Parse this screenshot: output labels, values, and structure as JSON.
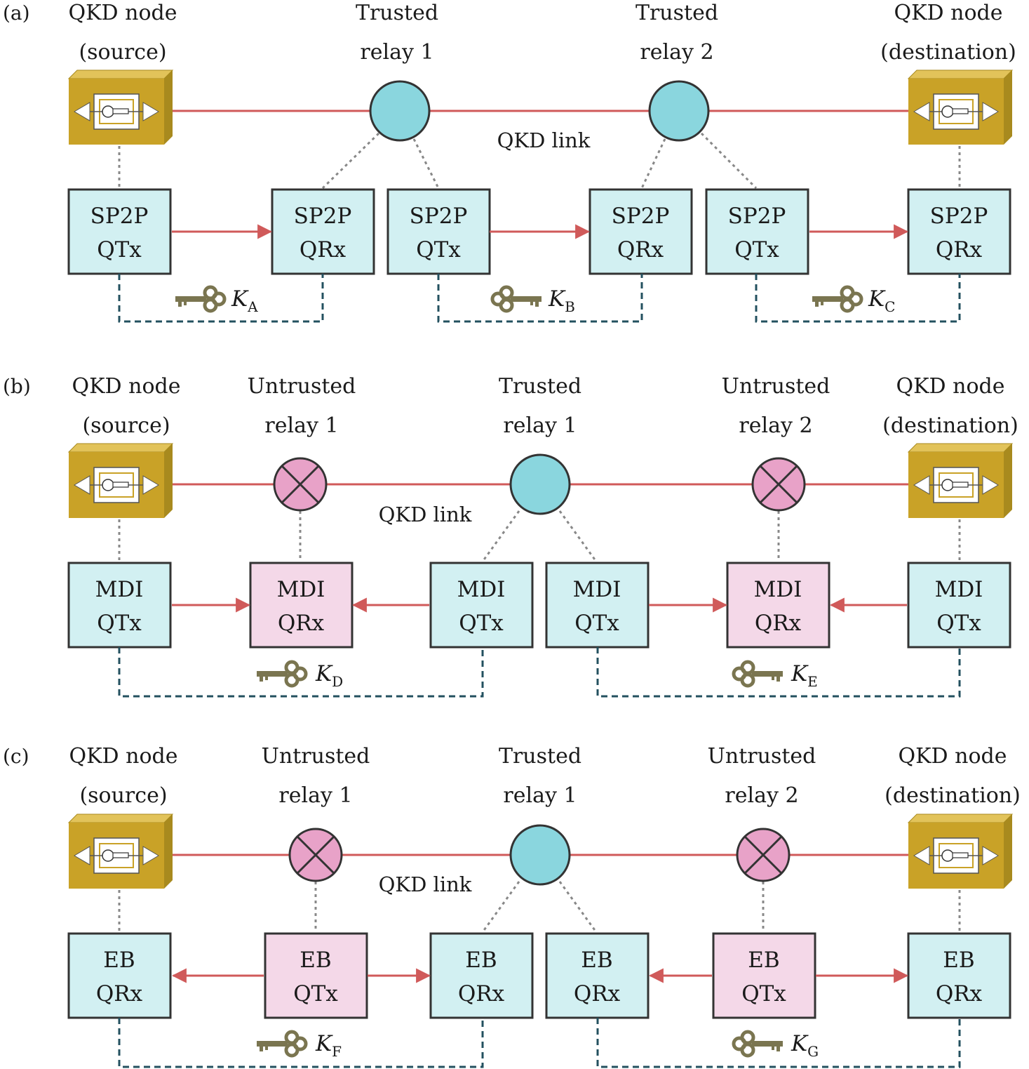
{
  "colors": {
    "link": "#d05a5a",
    "trusted_fill": "#8ad6de",
    "untrusted_fill": "#e8a2c8",
    "tx_box": "#d2f0f2",
    "rx_box_untrusted": "#f4d8e8",
    "node_gold": "#c9a227",
    "key_color": "#7a7550",
    "dashed": "#23505f",
    "dotted": "#888888",
    "stroke": "#333333"
  },
  "panels": [
    {
      "id": "a",
      "label": "(a)",
      "link_label": "QKD link",
      "headers": [
        {
          "l1": "QKD node",
          "l2": "(source)"
        },
        {
          "l1": "Trusted",
          "l2": "relay 1"
        },
        {
          "l1": "Trusted",
          "l2": "relay 2"
        },
        {
          "l1": "QKD node",
          "l2": "(destination)"
        }
      ],
      "boxes": [
        {
          "l1": "SP2P",
          "l2": "QTx"
        },
        {
          "l1": "SP2P",
          "l2": "QRx"
        },
        {
          "l1": "SP2P",
          "l2": "QTx"
        },
        {
          "l1": "SP2P",
          "l2": "QRx"
        },
        {
          "l1": "SP2P",
          "l2": "QTx"
        },
        {
          "l1": "SP2P",
          "l2": "QRx"
        }
      ],
      "keys": [
        {
          "k": "K",
          "sub": "A"
        },
        {
          "k": "K",
          "sub": "B"
        },
        {
          "k": "K",
          "sub": "C"
        }
      ]
    },
    {
      "id": "b",
      "label": "(b)",
      "link_label": "QKD link",
      "headers": [
        {
          "l1": "QKD node",
          "l2": "(source)"
        },
        {
          "l1": "Untrusted",
          "l2": "relay 1"
        },
        {
          "l1": "Trusted",
          "l2": "relay 1"
        },
        {
          "l1": "Untrusted",
          "l2": "relay 2"
        },
        {
          "l1": "QKD node",
          "l2": "(destination)"
        }
      ],
      "boxes": [
        {
          "l1": "MDI",
          "l2": "QTx"
        },
        {
          "l1": "MDI",
          "l2": "QRx"
        },
        {
          "l1": "MDI",
          "l2": "QTx"
        },
        {
          "l1": "MDI",
          "l2": "QTx"
        },
        {
          "l1": "MDI",
          "l2": "QRx"
        },
        {
          "l1": "MDI",
          "l2": "QTx"
        }
      ],
      "keys": [
        {
          "k": "K",
          "sub": "D"
        },
        {
          "k": "K",
          "sub": "E"
        }
      ]
    },
    {
      "id": "c",
      "label": "(c)",
      "link_label": "QKD link",
      "headers": [
        {
          "l1": "QKD node",
          "l2": "(source)"
        },
        {
          "l1": "Untrusted",
          "l2": "relay 1"
        },
        {
          "l1": "Trusted",
          "l2": "relay 1"
        },
        {
          "l1": "Untrusted",
          "l2": "relay 2"
        },
        {
          "l1": "QKD node",
          "l2": "(destination)"
        }
      ],
      "boxes": [
        {
          "l1": "EB",
          "l2": "QRx"
        },
        {
          "l1": "EB",
          "l2": "QTx"
        },
        {
          "l1": "EB",
          "l2": "QRx"
        },
        {
          "l1": "EB",
          "l2": "QRx"
        },
        {
          "l1": "EB",
          "l2": "QTx"
        },
        {
          "l1": "EB",
          "l2": "QRx"
        }
      ],
      "keys": [
        {
          "k": "K",
          "sub": "F"
        },
        {
          "k": "K",
          "sub": "G"
        }
      ]
    }
  ]
}
